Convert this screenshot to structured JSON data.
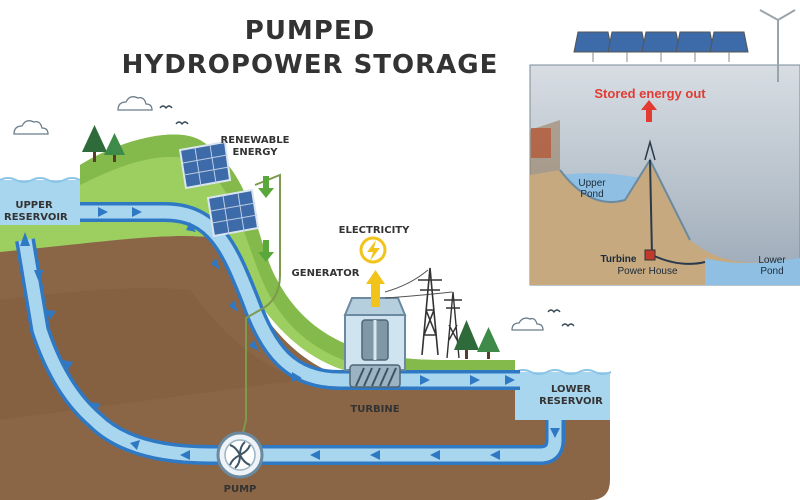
{
  "title": {
    "line1": "PUMPED",
    "line2": "HYDROPOWER STORAGE"
  },
  "labels": {
    "upper_reservoir": "UPPER\nRESERVOIR",
    "renewable_energy": "RENEWABLE\nENERGY",
    "electricity": "ELECTRICITY",
    "generator": "GENERATOR",
    "turbine": "TURBINE",
    "lower_reservoir": "LOWER\nRESERVOIR",
    "pump": "PUMP"
  },
  "inset": {
    "stored_energy_out": "Stored energy out",
    "upper_pond": "Upper\nPond",
    "turbine": "Turbine",
    "power_house": "Power House",
    "lower_pond": "Lower\nPond"
  },
  "colors": {
    "water": "#a9d6ef",
    "pipe": "#2f78c4",
    "flow_arrow": "#2f78c4",
    "grass": "#9ccf5f",
    "dark_grass": "#84b94c",
    "soil": "#8b6646",
    "soil_dark": "#7a573a",
    "energy_arrow": "#f2c31a",
    "down_arrow": "#5aa83c",
    "inset_arrow": "#e23b32"
  },
  "icons": [
    "solar-panel-icon",
    "tree-icon",
    "cloud-icon",
    "bird-icon",
    "power-pylon-icon",
    "lightning-icon",
    "wind-turbine-icon"
  ]
}
